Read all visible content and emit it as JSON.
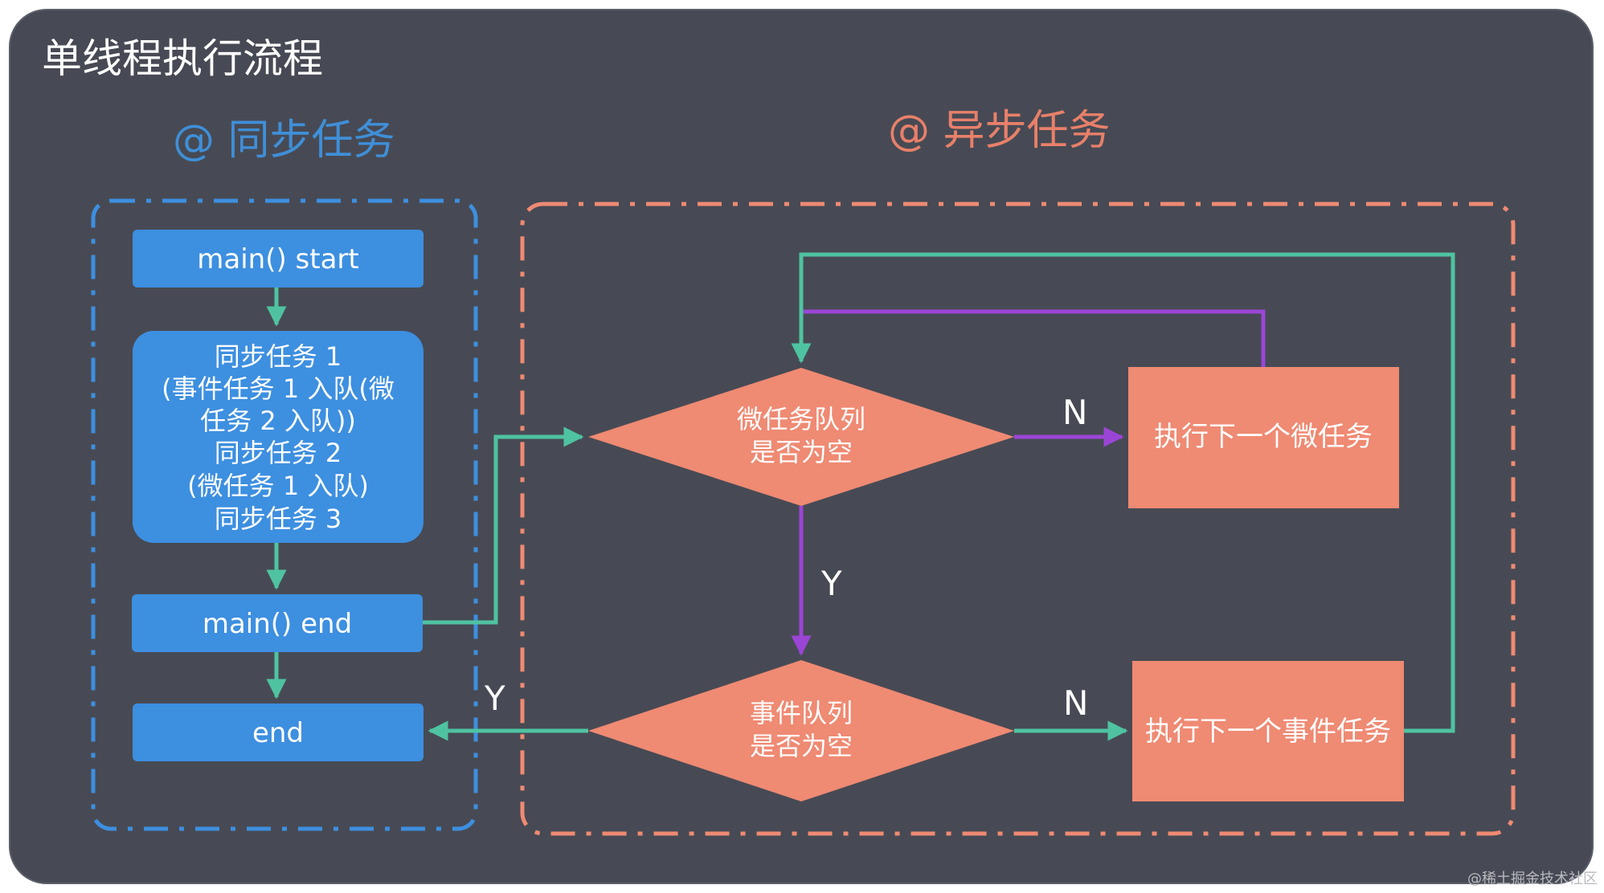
{
  "title": "单线程执行流程",
  "sync_section": {
    "label": "@ 同步任务"
  },
  "async_section": {
    "label": "@ 异步任务"
  },
  "sync_boxes": {
    "start": "main() start",
    "tasks": [
      "同步任务 1",
      "(事件任务 1 入队(微",
      "任务 2 入队))",
      "同步任务 2",
      "(微任务 1 入队)",
      "同步任务 3"
    ],
    "main_end": "main() end",
    "end": "end"
  },
  "async_nodes": {
    "micro_queue": [
      "微任务队列",
      "是否为空"
    ],
    "event_queue": [
      "事件队列",
      "是否为空"
    ],
    "next_micro": "执行下一个微任务",
    "next_event": "执行下一个事件任务"
  },
  "edge_labels": {
    "micro_no": "N",
    "micro_yes": "Y",
    "event_no": "N",
    "event_yes": "Y"
  },
  "watermark": "@稀土掘金技术社区",
  "colors": {
    "background": "#474a54",
    "sync_blue": "#3d8fe0",
    "async_salmon": "#ef8a73",
    "arrow_green": "#4fc3a1",
    "arrow_purple": "#9b45d6"
  }
}
